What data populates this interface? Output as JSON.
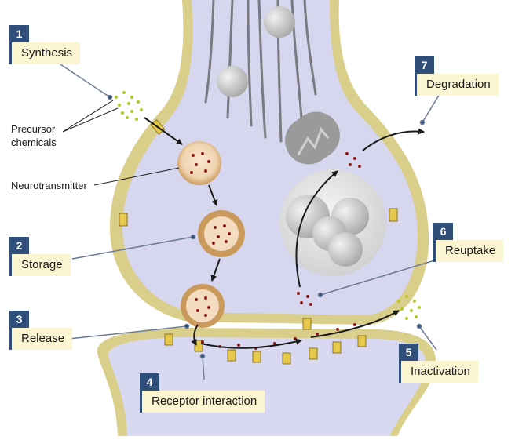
{
  "steps": [
    {
      "number": "1",
      "label": "Synthesis"
    },
    {
      "number": "2",
      "label": "Storage"
    },
    {
      "number": "3",
      "label": "Release"
    },
    {
      "number": "4",
      "label": "Receptor interaction"
    },
    {
      "number": "5",
      "label": "Inactivation"
    },
    {
      "number": "6",
      "label": "Reuptake"
    },
    {
      "number": "7",
      "label": "Degradation"
    }
  ],
  "annotations": {
    "precursor_line1": "Precursor",
    "precursor_line2": "chemicals",
    "neurotransmitter": "Neurotransmitter"
  },
  "colors": {
    "step_badge": "#2f4f7a",
    "label_bg": "#fbf5d2",
    "membrane": "#d9cf8a",
    "cytoplasm": "#d6d6ee",
    "vesicle": "#c99a5c",
    "transmitter_dot": "#8b1a1a",
    "precursor_dot": "#b7c92a"
  }
}
